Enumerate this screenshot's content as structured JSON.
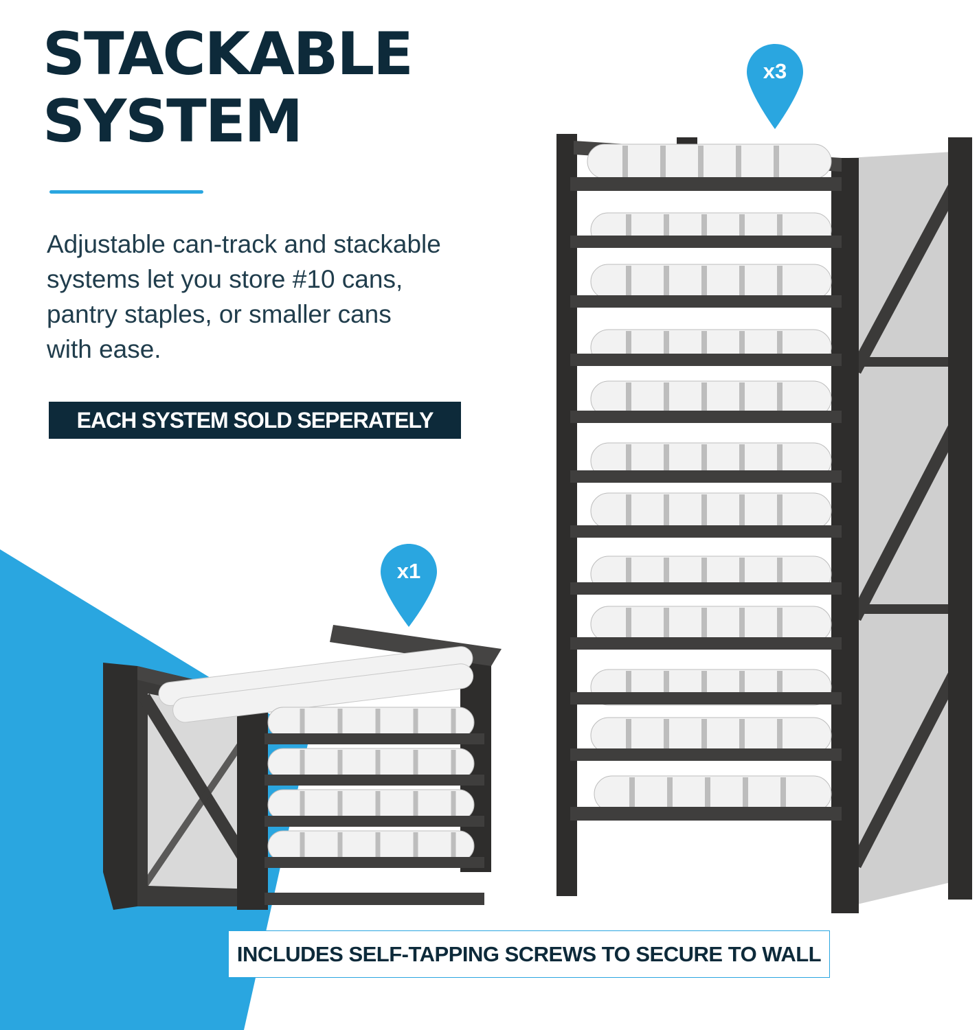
{
  "headline": {
    "line1": "STACKABLE",
    "line2": "SYSTEM"
  },
  "body": {
    "line1": "Adjustable can-track and stackable",
    "line2": "systems let you store #10 cans,",
    "line3": "pantry staples, or smaller cans",
    "line4": "with ease."
  },
  "banners": {
    "sold_separately": "EACH SYSTEM SOLD SEPERATELY",
    "screws": "INCLUDES SELF-TAPPING SCREWS TO SECURE TO WALL"
  },
  "markers": {
    "small_rack": "x1",
    "tall_rack": "x3"
  },
  "colors": {
    "navy": "#0d2a3a",
    "accent_blue": "#2aa6e0",
    "rack_dark": "#3b3a39",
    "can_white": "#f4f4f4"
  }
}
